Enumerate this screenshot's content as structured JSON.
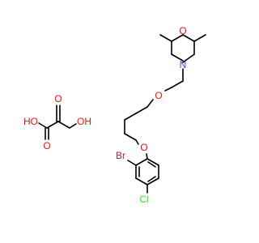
{
  "colors": {
    "background": "#ffffff",
    "bond": "#000000",
    "oxygen": "#ff0d0d",
    "nitrogen": "#3050f8",
    "bromine": "#a62929",
    "chlorine": "#1ff01f"
  },
  "labels": {
    "oxalic": {
      "ho_left": "HO",
      "oh_right": "OH",
      "o_top": "O",
      "o_bottom": "O"
    },
    "morpholine": {
      "ring_o": "O",
      "ring_n": "N"
    },
    "linker": {
      "ether_o1": "O",
      "ether_o2": "O"
    },
    "aryl": {
      "br": "Br",
      "cl": "Cl"
    }
  }
}
